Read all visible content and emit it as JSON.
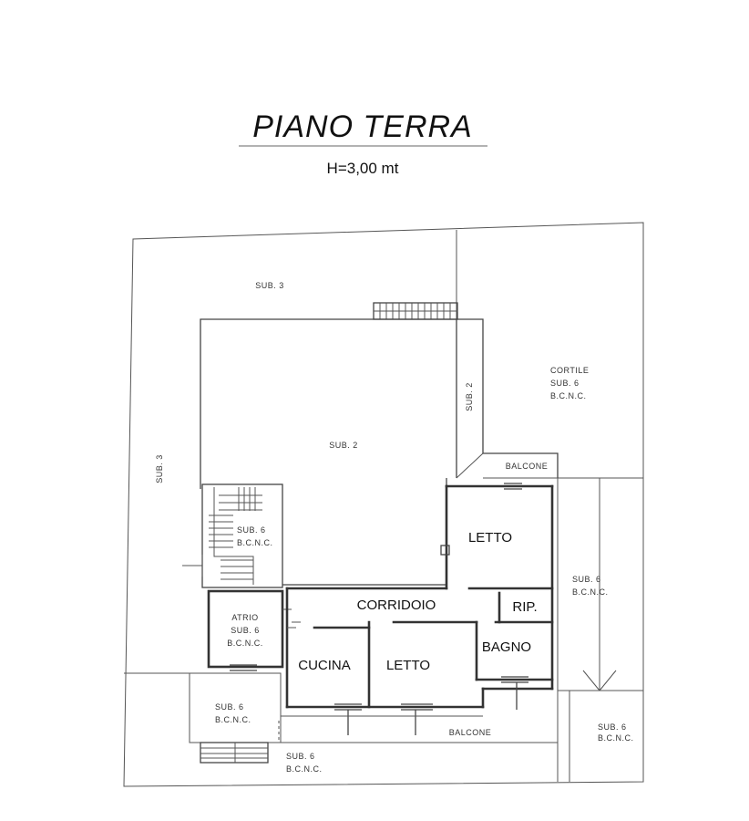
{
  "header": {
    "title": "PIANO TERRA",
    "height_note": "H=3,00 mt"
  },
  "rooms": {
    "letto_1": "LETTO",
    "corridoio": "CORRIDOIO",
    "rip": "RIP.",
    "bagno": "BAGNO",
    "cucina": "CUCINA",
    "letto_2": "LETTO",
    "balcone_top": "BALCONE",
    "balcone_bottom": "BALCONE"
  },
  "zones": {
    "sub3_top": "SUB. 3",
    "sub3_left": "SUB. 3",
    "sub2_main": "SUB. 2",
    "sub2_vertical": "SUB. 2",
    "cortile": [
      "CORTILE",
      "SUB. 6",
      "B.C.N.C."
    ],
    "stair_sub6": [
      "SUB. 6",
      "B.C.N.C."
    ],
    "atrio": [
      "ATRIO",
      "SUB. 6",
      "B.C.N.C."
    ],
    "right_sub6": [
      "SUB. 6",
      "B.C.N.C."
    ],
    "bottom_left_sub6": [
      "SUB. 6",
      "B.C.N.C."
    ],
    "bottom_sub6": [
      "SUB. 6",
      "B.C.N.C."
    ],
    "bottom_right_sub6": [
      "SUB. 6",
      "B.C.N.C."
    ]
  }
}
